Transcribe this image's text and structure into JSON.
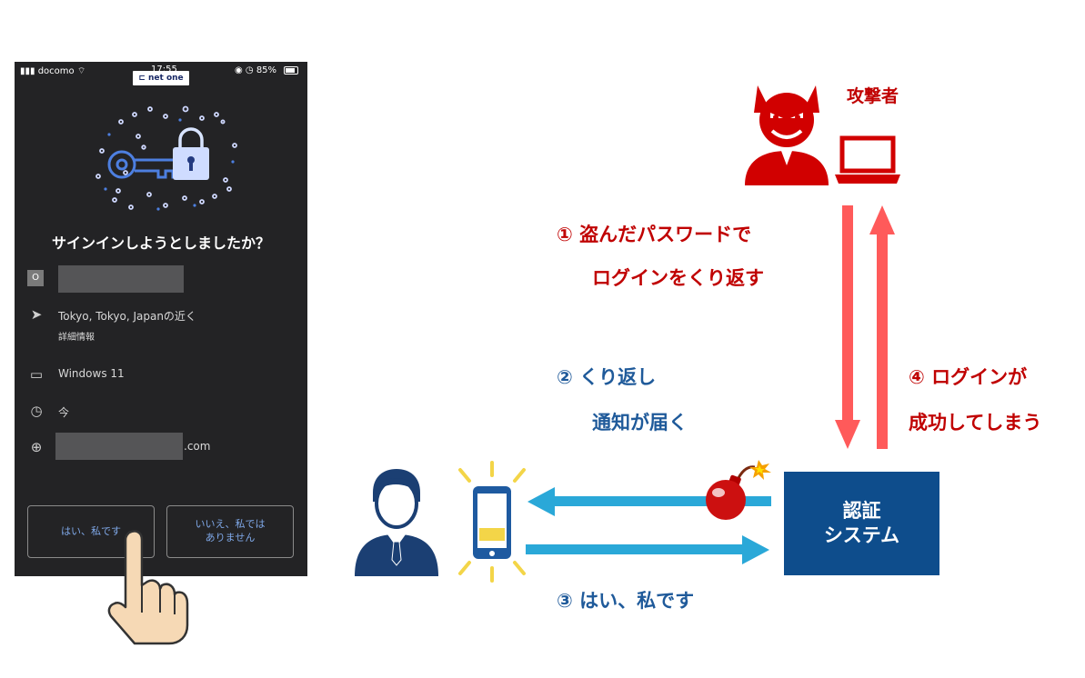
{
  "phone": {
    "carrier": "docomo",
    "clock": "17:55",
    "battery": "85%",
    "brand": "net one",
    "prompt_title": "サインインしようとしましたか？",
    "avatar_letter": "O",
    "location": "Tokyo, Tokyo, Japanの近く",
    "details_link": "詳細情報",
    "device": "Windows 11",
    "time": "今",
    "domain_suffix": ".com",
    "yes_button": "はい、私です",
    "no_button": "いいえ、私では\nありません"
  },
  "diagram": {
    "attacker_label": "攻撃者",
    "step1_line1": "① 盗んだパスワードで",
    "step1_line2": "ログインをくり返す",
    "step2_line1": "② くり返し",
    "step2_line2": "通知が届く",
    "step3": "③ はい、私です",
    "step4_line1": "④ ログインが",
    "step4_line2": "成功してしまう",
    "auth_line1": "認証",
    "auth_line2": "システム"
  },
  "colors": {
    "attacker_red": "#d10000",
    "arrow_red": "#ff5a5a",
    "arrow_cyan": "#2aa8d8",
    "user_navy": "#1b3f73",
    "auth_blue": "#0e4d8c",
    "phone_bg": "#232325"
  }
}
